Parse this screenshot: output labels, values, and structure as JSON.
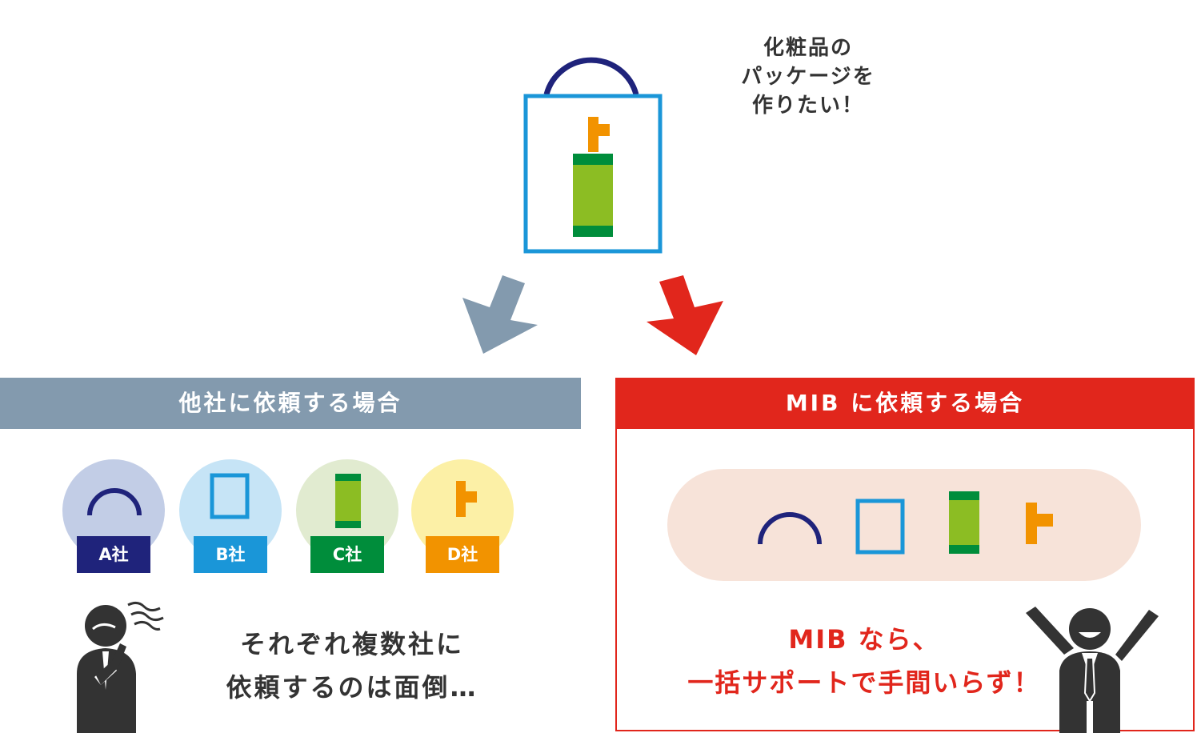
{
  "speech": {
    "line1": "化粧品の",
    "line2": "パッケージを",
    "line3": "作りたい！"
  },
  "left_panel": {
    "title": "他社に依頼する場合",
    "companies": [
      {
        "label": "A社",
        "color": "#1f237b",
        "bg": "#c2cde6",
        "icon": "handle-arch-icon"
      },
      {
        "label": "B社",
        "color": "#1a96d8",
        "bg": "#c6e4f6",
        "icon": "box-outline-icon"
      },
      {
        "label": "C社",
        "color": "#008d3b",
        "bg": "#e1ebd0",
        "icon": "label-green-icon"
      },
      {
        "label": "D社",
        "color": "#f29300",
        "bg": "#fcf0a6",
        "icon": "cap-orange-icon"
      }
    ],
    "message_line1": "それぞれ複数社に",
    "message_line2": "依頼するのは面倒…"
  },
  "right_panel": {
    "title": "MIB に依頼する場合",
    "message_line1": "MIB なら、",
    "message_line2": "一括サポートで手間いらず！"
  },
  "colors": {
    "navy": "#1f237b",
    "blue": "#1a96d8",
    "green": "#008d3b",
    "lime": "#8cbd23",
    "orange": "#f29300",
    "gray_bar": "#839aae",
    "red": "#e1261c",
    "pill_bg": "#f7e3d9"
  }
}
